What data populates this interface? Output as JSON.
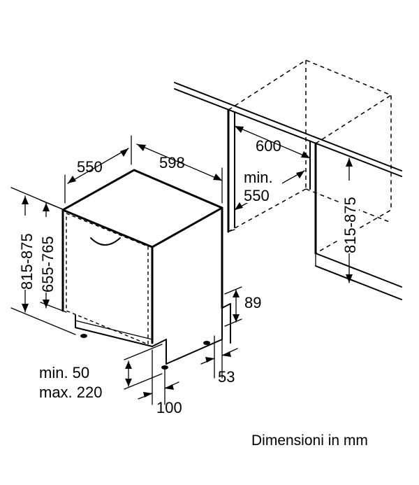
{
  "dimensions": {
    "depth_550": "550",
    "width_598": "598",
    "niche_width_600": "600",
    "niche_depth_min_label": "min.",
    "niche_depth_min_value": "550",
    "niche_height_range": "815-875",
    "appliance_height_range": "815-875",
    "door_height_range": "655-765",
    "plinth_89": "89",
    "plinth_53": "53",
    "plinth_min_label": "min. 50",
    "plinth_max_label": "max. 220",
    "plinth_100": "100"
  },
  "caption": "Dimensioni in mm"
}
